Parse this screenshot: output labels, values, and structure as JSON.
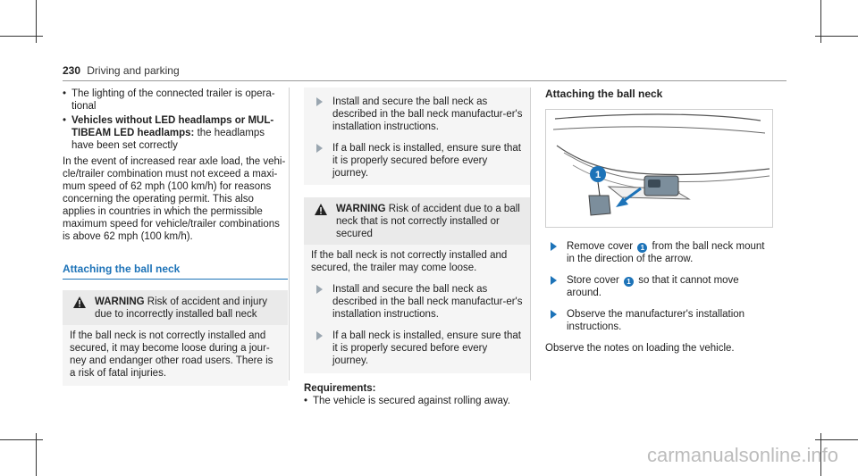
{
  "header": {
    "page_number": "230",
    "section_title": "Driving and parking"
  },
  "col1": {
    "bullet1": "The lighting of the connected trailer is opera-tional",
    "bullet2_bold": "Vehicles without LED headlamps or MUL-TIBEAM LED headlamps:",
    "bullet2_text": " the headlamps have been set correctly",
    "paragraph": "In the event of increased rear axle load, the vehi-cle/trailer combination must not exceed a maxi-mum speed of 62 mph (100 km/h) for reasons concerning the operating permit. This also applies in countries in which the permissible maximum speed for vehicle/trailer combinations is above 62 mph (100 km/h).",
    "section_heading": "Attaching the ball neck",
    "warning": {
      "label": "WARNING",
      "title": " Risk of accident and injury due to incorrectly installed ball neck",
      "body": "If the ball neck is not correctly installed and secured, it may become loose during a jour-ney and endanger other road users. There is a risk of fatal injuries."
    }
  },
  "col2": {
    "steps_top": [
      "Install and secure the ball neck as described in the ball neck manufactur-er's installation instructions.",
      "If a ball neck is installed, ensure sure that it is properly secured before every journey."
    ],
    "warning": {
      "label": "WARNING",
      "title": " Risk of accident due to a ball neck that is not correctly installed or secured",
      "body": "If the ball neck is not correctly installed and secured, the trailer may come loose."
    },
    "steps_bottom": [
      "Install and secure the ball neck as described in the ball neck manufactur-er's installation instructions.",
      "If a ball neck is installed, ensure sure that it is properly secured before every journey."
    ],
    "requirements_label": "Requirements:",
    "requirement": "The vehicle is secured against rolling away."
  },
  "col3": {
    "heading": "Attaching the ball neck",
    "callout": "1",
    "step1_a": "Remove cover ",
    "step1_b": " from the ball neck mount in the direction of the arrow.",
    "step2_a": "Store cover ",
    "step2_b": " so that it cannot move around.",
    "step3": "Observe the manufacturer's installation instructions.",
    "note": "Observe the notes on loading the vehicle."
  },
  "watermark": "carmanualsonline.info",
  "colors": {
    "accent": "#1d73b8",
    "warning_bg": "#eaeaea"
  }
}
